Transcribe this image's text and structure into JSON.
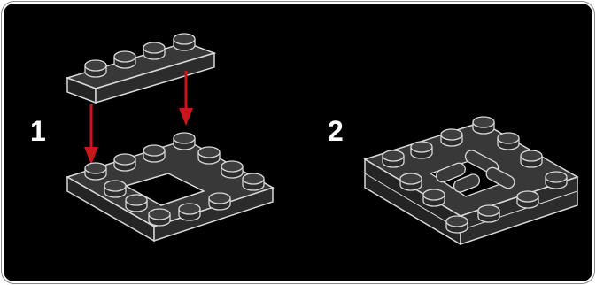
{
  "steps": [
    {
      "number": "1"
    },
    {
      "number": "2"
    }
  ],
  "colors": {
    "background": "#000000",
    "frame": "#ffffff",
    "brick_top": "#3a3a3a",
    "brick_side": "#262626",
    "outline": "#d8d8d8",
    "arrow": "#c8161d"
  },
  "icons": [
    "plate-1x4",
    "plate-4x4-open",
    "down-arrow",
    "assembled-module"
  ]
}
